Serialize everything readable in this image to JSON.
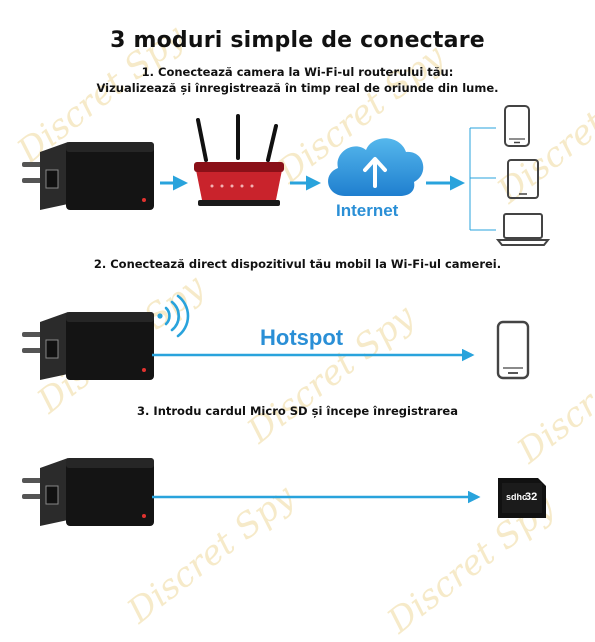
{
  "title": "3 moduri simple de conectare",
  "mode1": {
    "line1": "1. Conectează camera la Wi-Fi-ul routerului tău:",
    "line2": "Vizualizează și înregistrează în timp real de oriunde din lume.",
    "cloud_label": "Internet"
  },
  "mode2": {
    "text": "2. Conectează direct dispozitivul tău mobil la Wi-Fi-ul camerei.",
    "link_label": "Hotspot"
  },
  "mode3": {
    "text": "3. Introdu cardul Micro SD și începe înregistrarea",
    "sd_brand": "sdhc",
    "sd_capacity": "32"
  },
  "watermark": "Discret Spy",
  "colors": {
    "arrow": "#29a3dc",
    "cloud": "#2a8fd6",
    "router": "#c9232c",
    "device": "#1a1a1a",
    "watermark": "#f3e4b8"
  }
}
